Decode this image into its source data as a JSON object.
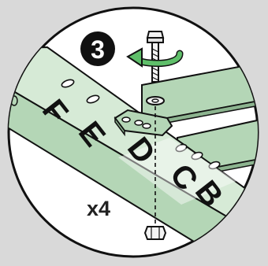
{
  "step": {
    "number": "3"
  },
  "quantity": {
    "label": "x4"
  },
  "rail_letters": {
    "f": "F",
    "e": "E",
    "d": "D",
    "c": "C",
    "b": "B"
  },
  "colors": {
    "background": "#d9d9d9",
    "circle_fill": "#ffffff",
    "rail_green": "#b4d6b6",
    "rail_green_light": "#d6ead6",
    "rail_green_dark": "#8cb48f",
    "outline": "#111111",
    "arrow_green": "#5fbf6a",
    "metal": "#f3f3f3"
  },
  "icons": {
    "step_badge": "step-number-badge",
    "rotate_arrow": "rotate-arrow-icon",
    "bolt": "bolt-icon",
    "washer": "washer-icon",
    "nut": "nut-icon",
    "bracket": "bracket-plate-icon"
  }
}
